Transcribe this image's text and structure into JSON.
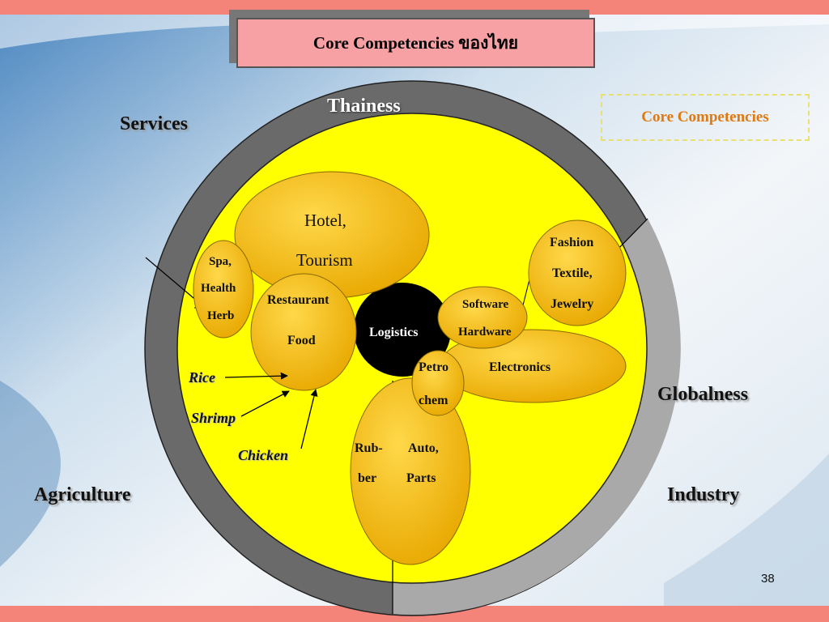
{
  "title": "Core Competencies ของไทย",
  "legend": "Core Competencies",
  "ring_labels": {
    "top": "Thainess",
    "right": "Globalness"
  },
  "sector_labels": {
    "services": "Services",
    "agriculture": "Agriculture",
    "industry": "Industry"
  },
  "blobs": {
    "hotel": [
      "Hotel,",
      "Tourism"
    ],
    "spa": [
      "Spa,",
      "Health",
      "Herb"
    ],
    "restaurant": [
      "Restaurant",
      "Food"
    ],
    "logistics": "Logistics",
    "software": [
      "Software",
      "Hardware"
    ],
    "fashion": [
      "Fashion",
      "Textile,",
      "Jewelry"
    ],
    "electronics": "Electronics",
    "petro": [
      "Petro",
      "chem"
    ],
    "rubber": [
      "Rub-",
      "ber"
    ],
    "auto": [
      "Auto,",
      "Parts"
    ]
  },
  "arrows": {
    "rice": "Rice",
    "shrimp": "Shrimp",
    "chicken": "Chicken"
  },
  "slide_number": "38",
  "colors": {
    "accent_strip": "#f4837a",
    "ring": "#6a6a6a",
    "inner": "#ffff00",
    "blob": "#f5c000",
    "title_fill": "#f7a1a5",
    "legend_text": "#e07a10"
  }
}
